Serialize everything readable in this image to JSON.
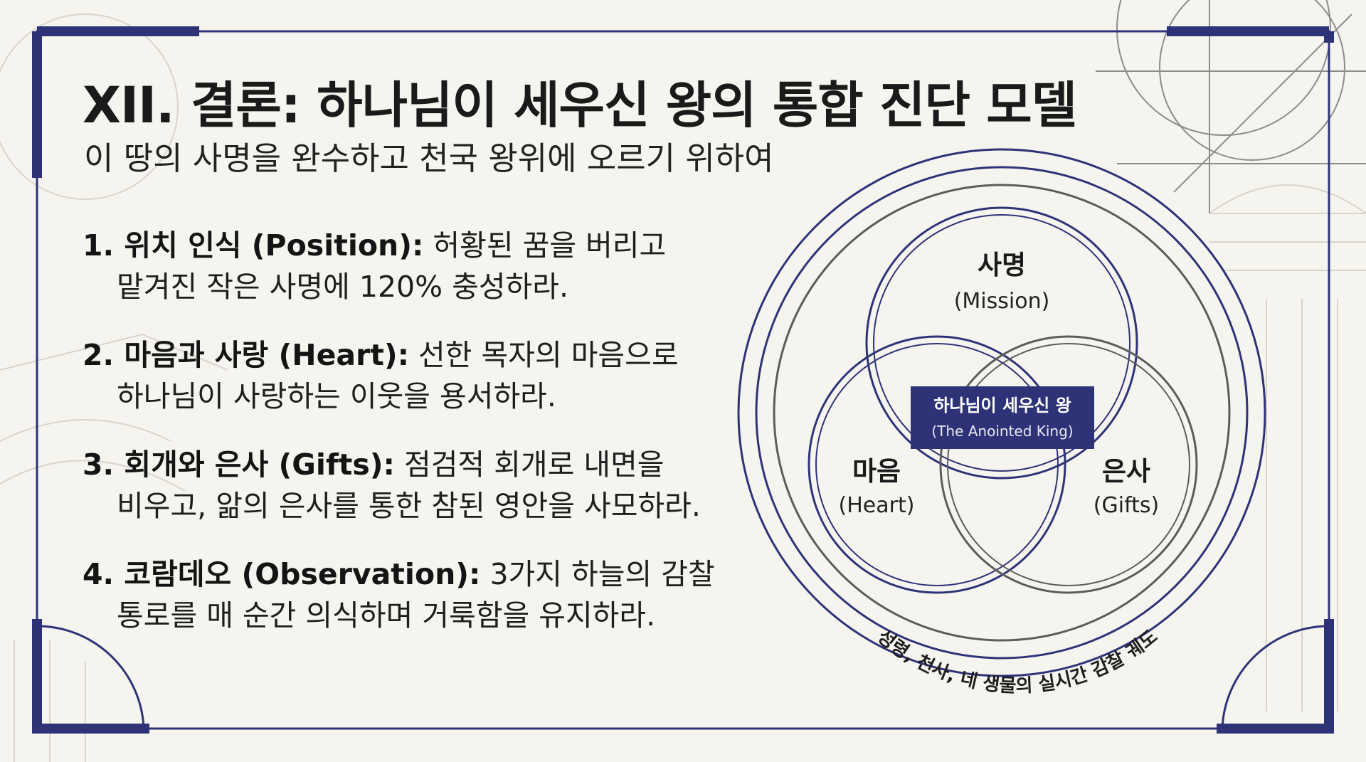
{
  "slide": {
    "title": "XII. 결론: 하나님이 세우신 왕의 통합 진단 모델",
    "subtitle": "이 땅의 사명을 완수하고 천국 왕위에 오르기 위하여"
  },
  "points": [
    {
      "head": "1. 위치 인식 (Position):",
      "body": " 허황된 꿈을 버리고",
      "line2": "맡겨진 작은 사명에 120% 충성하라."
    },
    {
      "head": "2. 마음과 사랑 (Heart):",
      "body": " 선한 목자의 마음으로",
      "line2": "하나님이 사랑하는 이웃을 용서하라."
    },
    {
      "head": "3. 회개와 은사 (Gifts):",
      "body": " 점검적 회개로 내면을",
      "line2": "비우고, 앎의 은사를 통한 참된 영안을 사모하라."
    },
    {
      "head": "4. 코람데오 (Observation):",
      "body": " 3가지 하늘의 감찰",
      "line2": "통로를 매 순간 의식하며 거룩함을 유지하라."
    }
  ],
  "diagram": {
    "mission": {
      "label": "사명",
      "sub": "(Mission)"
    },
    "heart": {
      "label": "마음",
      "sub": "(Heart)"
    },
    "gifts": {
      "label": "은사",
      "sub": "(Gifts)"
    },
    "center": {
      "label": "하나님이 세우신 왕",
      "sub": "(The Anointed King)"
    },
    "orbit_text": "성령, 천사, 네 생물의 실시간 감찰 궤도",
    "colors": {
      "navy": "#2e3378",
      "gray": "#5c5c5c"
    }
  }
}
